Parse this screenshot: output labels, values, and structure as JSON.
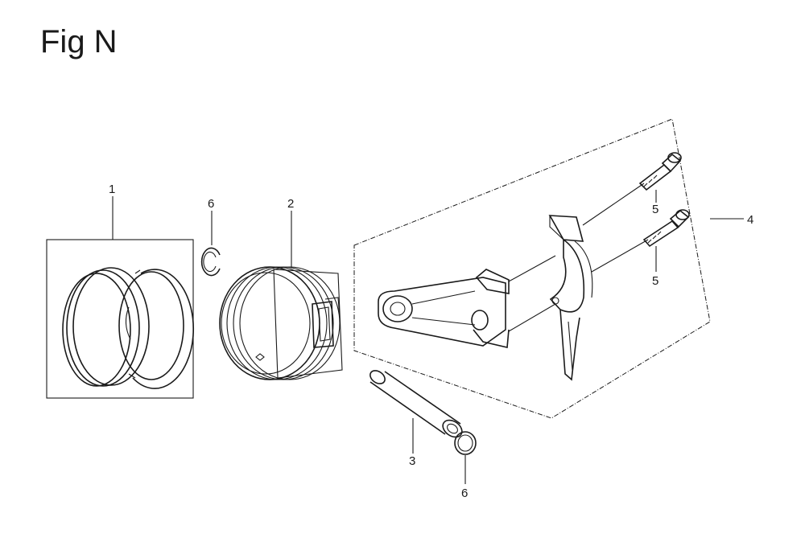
{
  "figure": {
    "title": "Fig N"
  },
  "callouts": [
    {
      "id": "piston-ring-set",
      "number": "1"
    },
    {
      "id": "piston",
      "number": "2"
    },
    {
      "id": "piston-pin",
      "number": "3"
    },
    {
      "id": "connecting-rod-assembly",
      "number": "4"
    },
    {
      "id": "rod-bolt-upper",
      "number": "5"
    },
    {
      "id": "rod-bolt-lower",
      "number": "5"
    },
    {
      "id": "pin-clip-left",
      "number": "6"
    },
    {
      "id": "pin-clip-bottom",
      "number": "6"
    }
  ]
}
